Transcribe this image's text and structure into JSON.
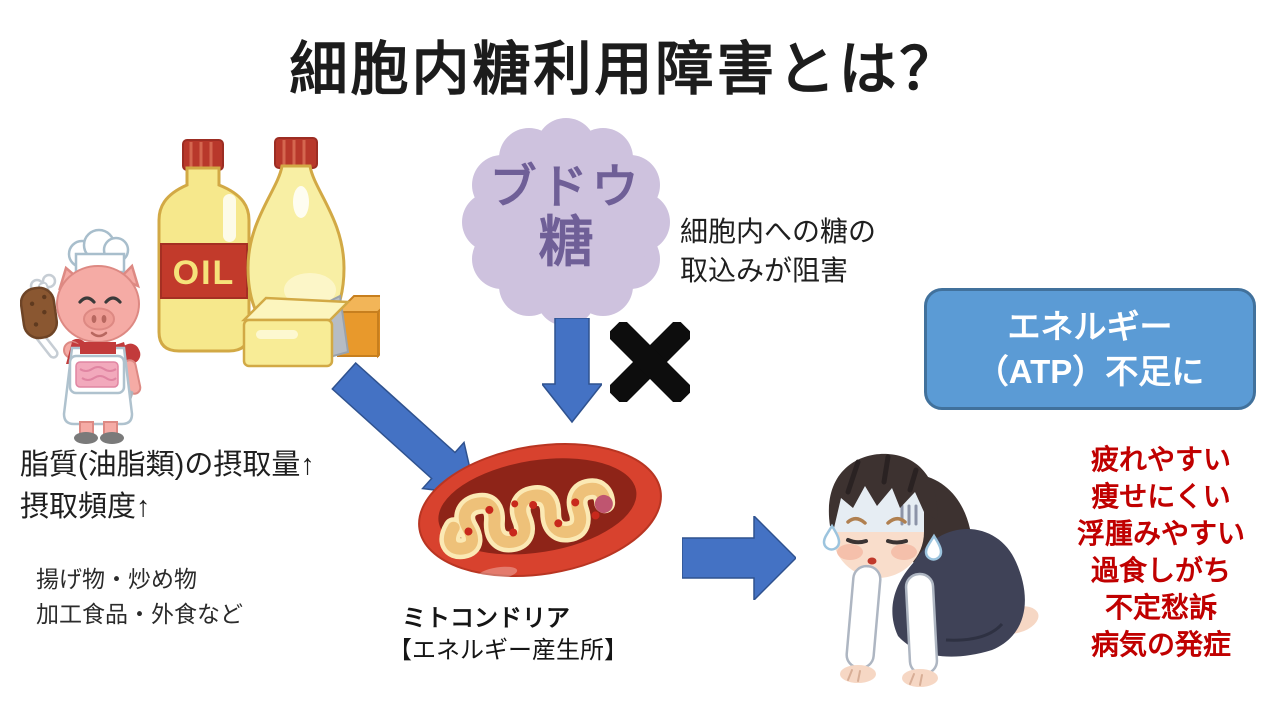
{
  "title": "細胞内糖利用障害とは？",
  "glucose_badge": {
    "line1": "ブドウ",
    "line2": "糖"
  },
  "uptake_note": {
    "line1": "細胞内への糖の",
    "line2": "取込みが阻害"
  },
  "energy_box": {
    "line1": "エネルギー",
    "line2": "（ATP）不足に"
  },
  "lipid_note": {
    "line1": "脂質(油脂類)の摂取量↑",
    "line2": "摂取頻度↑"
  },
  "food_note": {
    "line1": "揚げ物・炒め物",
    "line2": "加工食品・外食など"
  },
  "mito_label": {
    "name": "ミトコンドリア",
    "role": "【エネルギー産生所】"
  },
  "oil_label": "OIL",
  "symptoms": {
    "items": [
      "疲れやすい",
      "痩せにくい",
      "浮腫みやすい",
      "過食しがち",
      "不定愁訴",
      "病気の発症"
    ]
  },
  "colors": {
    "arrow-blue": "#4472C4",
    "arrow-edge": "#2F528F",
    "energy-bg": "#5B9BD5",
    "energy-border": "#41719C",
    "symptom-red": "#C00000",
    "glucose-bg": "#CEC2DE",
    "glucose-text": "#6F5F97",
    "x-black": "#0d0d0d",
    "mito-red": "#D8422E",
    "mito-inner": "#8E2418"
  }
}
